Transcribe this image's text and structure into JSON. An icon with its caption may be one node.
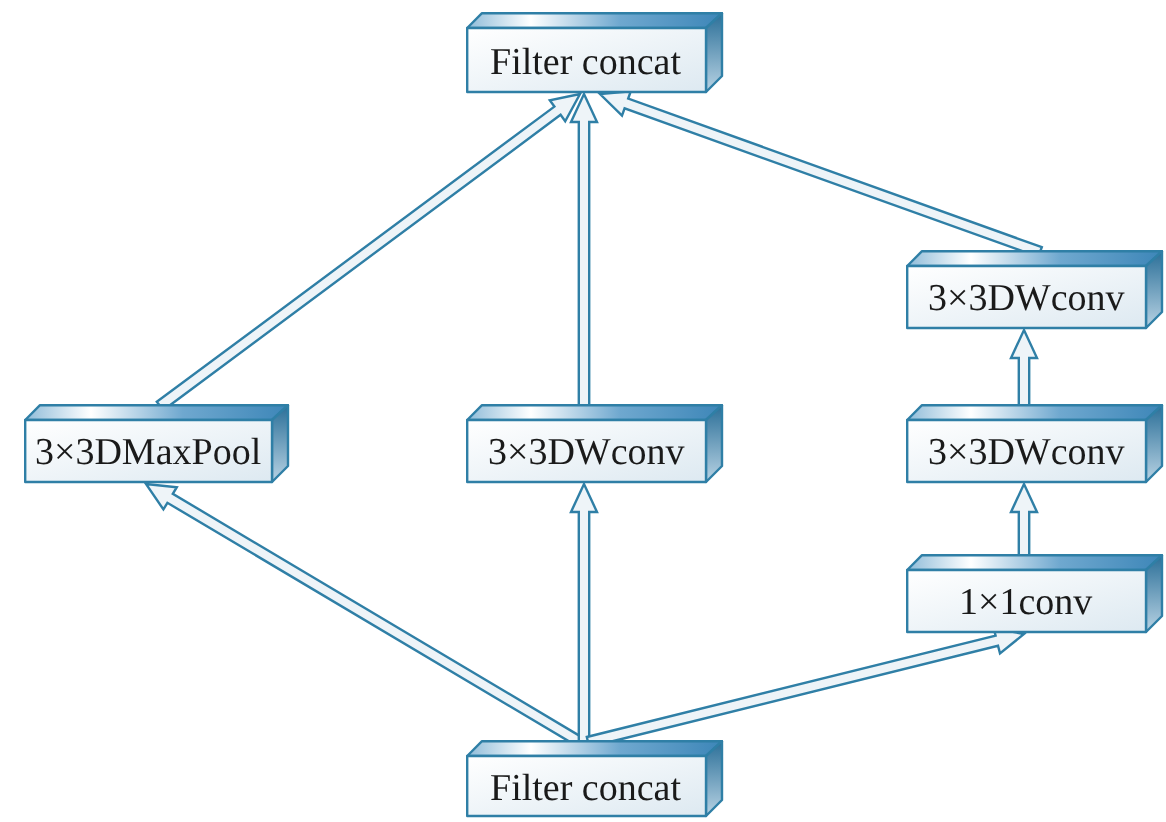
{
  "diagram": {
    "nodes": [
      {
        "text": [
          "Filter concat"
        ]
      },
      {
        "text": [
          "3×3DWconv"
        ]
      },
      {
        "text": [
          "3×3DMaxPool"
        ]
      },
      {
        "text": [
          "3×3DWconv"
        ]
      },
      {
        "text": [
          "3×3DWconv"
        ]
      },
      {
        "text": [
          "1×1conv"
        ]
      },
      {
        "text": [
          "Filter concat"
        ]
      }
    ],
    "edges": [
      {
        "from": 6,
        "to": 2,
        "arrow": "to"
      },
      {
        "from": 6,
        "to": 3,
        "arrow": "to"
      },
      {
        "from": 6,
        "to": 5,
        "arrow": "to"
      },
      {
        "from": 5,
        "to": 4,
        "arrow": "to"
      },
      {
        "from": 4,
        "to": 1,
        "arrow": "to"
      },
      {
        "from": 2,
        "to": 0,
        "arrow": "to"
      },
      {
        "from": 3,
        "to": 0,
        "arrow": "to"
      },
      {
        "from": 1,
        "to": 0,
        "arrow": "to"
      }
    ]
  }
}
